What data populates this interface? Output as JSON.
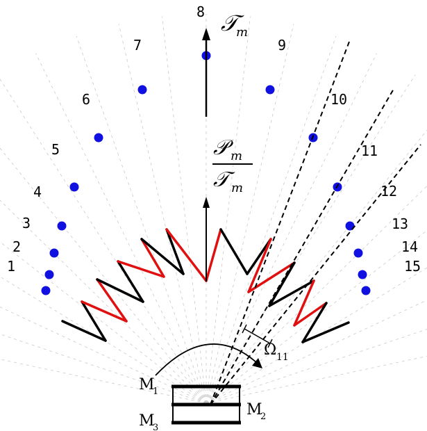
{
  "figure": {
    "tick_labels": [
      "1",
      "2",
      "3",
      "4",
      "5",
      "6",
      "7",
      "8",
      "9",
      "10",
      "11",
      "12",
      "13",
      "14",
      "15"
    ],
    "top_arrow_label": "𝒯",
    "top_arrow_sub": "m",
    "ratio_num": "𝒫",
    "ratio_num_sub": "m",
    "ratio_den": "𝒯",
    "ratio_den_sub": "m",
    "omega": "Ω",
    "omega_sub": "11",
    "mirrors": [
      {
        "label": "M",
        "sub": "1"
      },
      {
        "label": "M",
        "sub": "2"
      },
      {
        "label": "M",
        "sub": "3"
      }
    ],
    "colors": {
      "dot": "#1010e0",
      "red": "#e01010",
      "black": "#000000",
      "guide": "#c8c8c8"
    }
  }
}
